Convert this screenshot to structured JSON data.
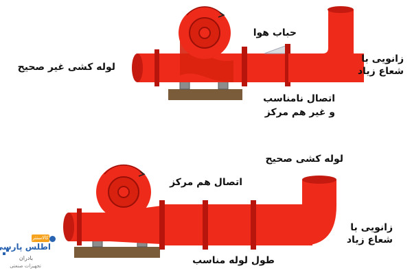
{
  "top_diagram": {
    "label_incorrect_piping": "لوله کشی غیر صحیح",
    "label_air_bubble": "حباب هوا",
    "label_elbow_line1": "زانویی با",
    "label_elbow_line2": "شعاع زیاد",
    "label_connection_line1": "اتصال نامناسب",
    "label_connection_line2": "و غیر هم مرکز"
  },
  "bottom_diagram": {
    "label_correct_piping": "لوله کشی صحیح",
    "label_concentric": "اتصال هم مرکز",
    "label_elbow_line1": "زانویی با",
    "label_elbow_line2": "شعاع زیاد",
    "label_pipe_length": "طول لوله مناسب"
  },
  "watermark": {
    "brand_small": "کالاسنتر",
    "brand": "اطلس پارسی",
    "brand_sub": "بادران",
    "tagline": "تجهیزات صنعتی"
  },
  "colors": {
    "pipe": "#ee2a1b",
    "pipe_flange": "#b8150c",
    "pump_dark": "#c41a10",
    "base": "#7a5c3a",
    "support": "#8c8c8c",
    "air_bubble": "#d8dde0"
  }
}
